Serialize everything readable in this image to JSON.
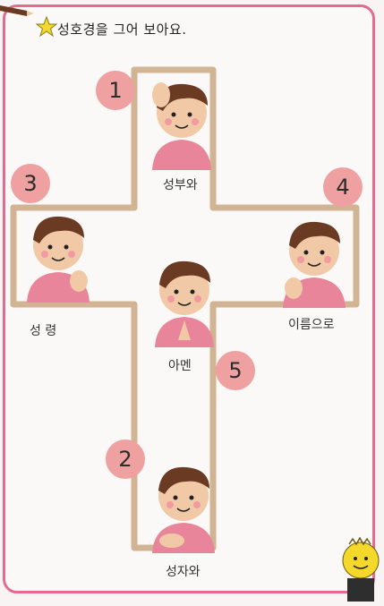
{
  "title": "성호경을 그어 보아요.",
  "steps": [
    {
      "number": "1",
      "label": "성부와"
    },
    {
      "number": "2",
      "label": "성자와"
    },
    {
      "number": "3",
      "label": "성 령"
    },
    {
      "number": "4",
      "label": "이름으로"
    },
    {
      "number": "5",
      "label": "아멘"
    }
  ],
  "colors": {
    "frame": "#e46a8f",
    "badge": "#eea1a0",
    "cross": "#c8a882",
    "shirt": "#e8859a",
    "hair": "#6b3a22",
    "skin": "#f2c9a6"
  }
}
